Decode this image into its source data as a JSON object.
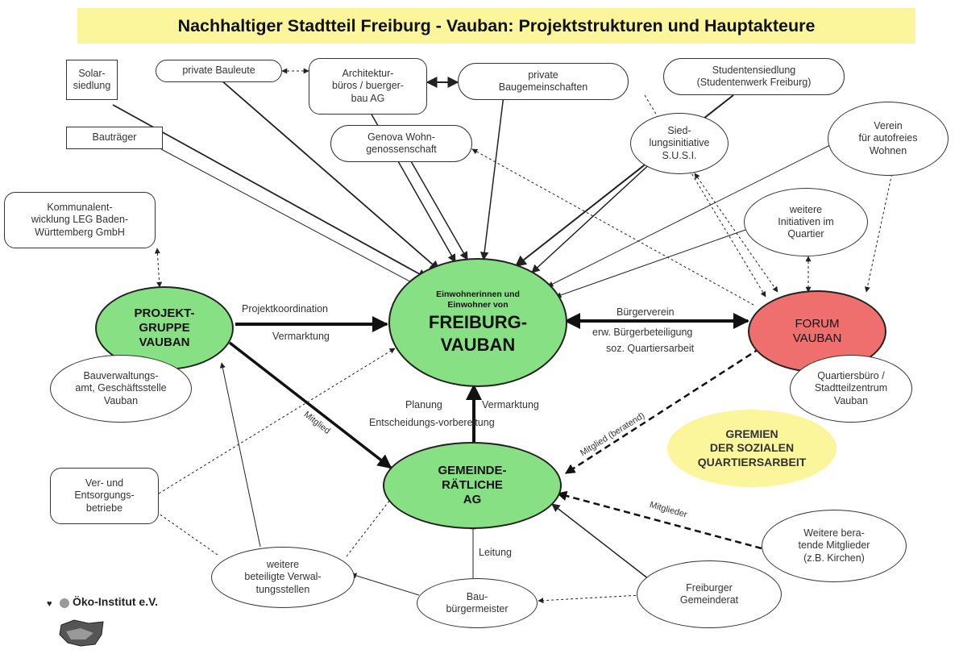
{
  "title": "Nachhaltiger Stadtteil Freiburg - Vauban: Projektstrukturen und Hauptakteure",
  "nodes": {
    "solarsiedlung": "Solar-\nsiedlung",
    "private_bauleute": "private Bauleute",
    "architekturbueros": "Architektur-\nbüros / buerger-\nbau AG",
    "private_baugemeinschaften": "private\nBaugemeinschaften",
    "studentensiedlung": "Studentensiedlung\n(Studentenwerk Freiburg)",
    "bautraeger": "Bauträger",
    "genova": "Genova Wohn-\ngenossenschaft",
    "susi": "Sied-\nlungsinitiative\nS.U.S.I.",
    "verein_autofrei": "Verein\nfür autofreies\nWohnen",
    "kommunalentwicklung": "Kommunalent-\nwicklung LEG Baden-\nWürttemberg GmbH",
    "weitere_initiativen": "weitere\nInitiativen im\nQuartier",
    "projektgruppe": "PROJEKT-\nGRUPPE\nVAUBAN",
    "einwohner_small": "Einwohnerinnen und\nEinwohner von",
    "einwohner_big": "FREIBURG-\nVAUBAN",
    "forum": "FORUM\nVAUBAN",
    "bauverwaltungsamt": "Bauverwaltungs-\namt, Geschäftsstelle\nVauban",
    "quartiersbuero": "Quartiersbüro /\nStadtteilzentrum\nVauban",
    "gremien": "GREMIEN\nDER SOZIALEN\nQUARTIERSARBEIT",
    "ver_entsorgung": "Ver- und\nEntsorgungs-\nbetriebe",
    "gemeinderaetliche_ag": "GEMEINDE-\nRÄTLICHE\nAG",
    "weitere_beratende": "Weitere bera-\ntende Mitglieder\n(z.B. Kirchen)",
    "weitere_verwaltung": "weitere\nbeteiligte Verwal-\ntungsstellen",
    "baubuergermeister": "Bau-\nbürgermeister",
    "gemeinderat": "Freiburger\nGemeinderat"
  },
  "labels": {
    "projektkoordination": "Projektkoordination",
    "vermarktung": "Vermarktung",
    "buergerverein": "Bürgerverein",
    "erw_buergerbeteiligung": "erw. Bürgerbeteiligung",
    "soz_quartiersarbeit": "soz. Quartiersarbeit",
    "planung": "Planung",
    "vermarktung2": "Vermarktung",
    "entscheidungsvorbereitung": "Entscheidungs-vorbereitung",
    "mitglied": "Mitglied",
    "mitglied_beratend": "Mitglied (beratend)",
    "mitglieder": "Mitglieder",
    "leitung": "Leitung"
  },
  "logo": {
    "oeko_institut": "Öko-Institut e.V."
  },
  "colors": {
    "title_bg": "#fbf59c",
    "green": "#88e084",
    "red": "#ef6f6f",
    "yellow": "#fbf59c"
  }
}
